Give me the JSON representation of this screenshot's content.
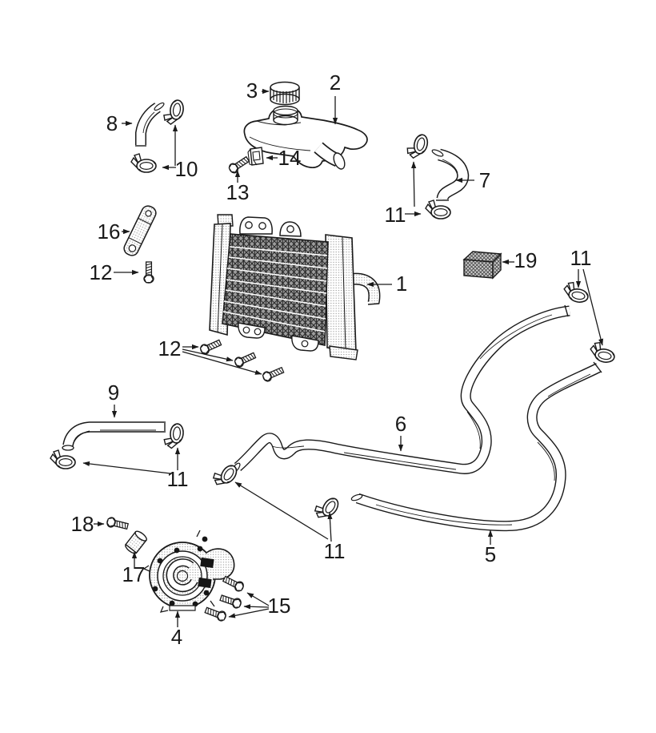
{
  "figure": {
    "background_color": "#ffffff",
    "line_color": "#1a1a1a"
  },
  "callouts": {
    "radiator": "1",
    "reservoir_tank": "2",
    "reservoir_cap": "3",
    "water_pump": "4",
    "lower_hose": "5",
    "upper_hose": "6",
    "elbow_hose": "7",
    "overflow_hose": "8",
    "straight_hose": "9",
    "clamp_pair": "10",
    "hose_clamp": "11",
    "mount_bolt": "12",
    "bracket_bolt": "13",
    "clip_bracket": "14",
    "pump_bolts": "15",
    "support_bracket": "16",
    "spacer_bushing": "17",
    "shoulder_bolt": "18",
    "insulator_pad": "19"
  }
}
